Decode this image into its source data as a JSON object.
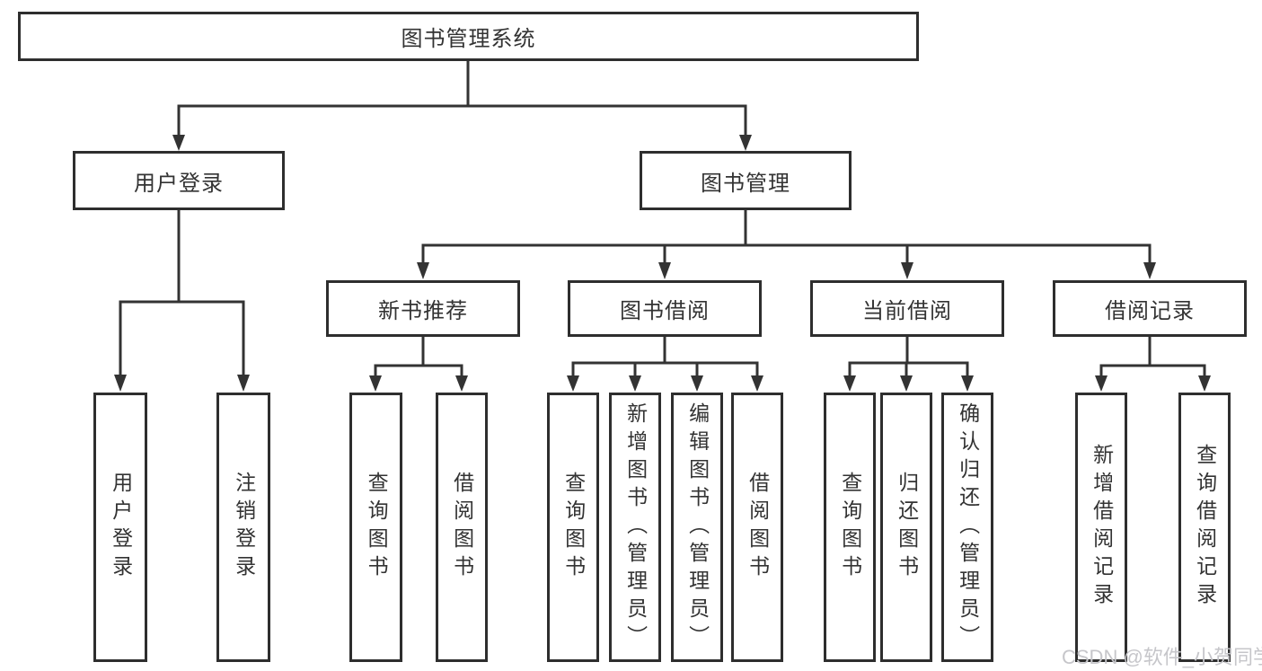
{
  "diagram": {
    "title": "图书管理系统",
    "branches": [
      {
        "label": "用户登录",
        "children": [
          "用户登录",
          "注销登录"
        ]
      },
      {
        "label": "图书管理",
        "children": [
          {
            "label": "新书推荐",
            "children": [
              "查询图书",
              "借阅图书"
            ]
          },
          {
            "label": "图书借阅",
            "children": [
              "查询图书",
              "新增图书（管理员）",
              "编辑图书（管理员）",
              "借阅图书"
            ]
          },
          {
            "label": "当前借阅",
            "children": [
              "查询图书",
              "归还图书",
              "确认归还（管理员）"
            ]
          },
          {
            "label": "借阅记录",
            "children": [
              "新增借阅记录",
              "查询借阅记录"
            ]
          }
        ]
      }
    ]
  },
  "watermark": {
    "text": "CSDN @软件_小贺同学"
  },
  "colors": {
    "line": "#333333",
    "box_border": "#2e2e2e",
    "box_fill": "#ffffff",
    "text": "#333333",
    "watermark": "#c6c6ca",
    "background": "#ffffff"
  }
}
